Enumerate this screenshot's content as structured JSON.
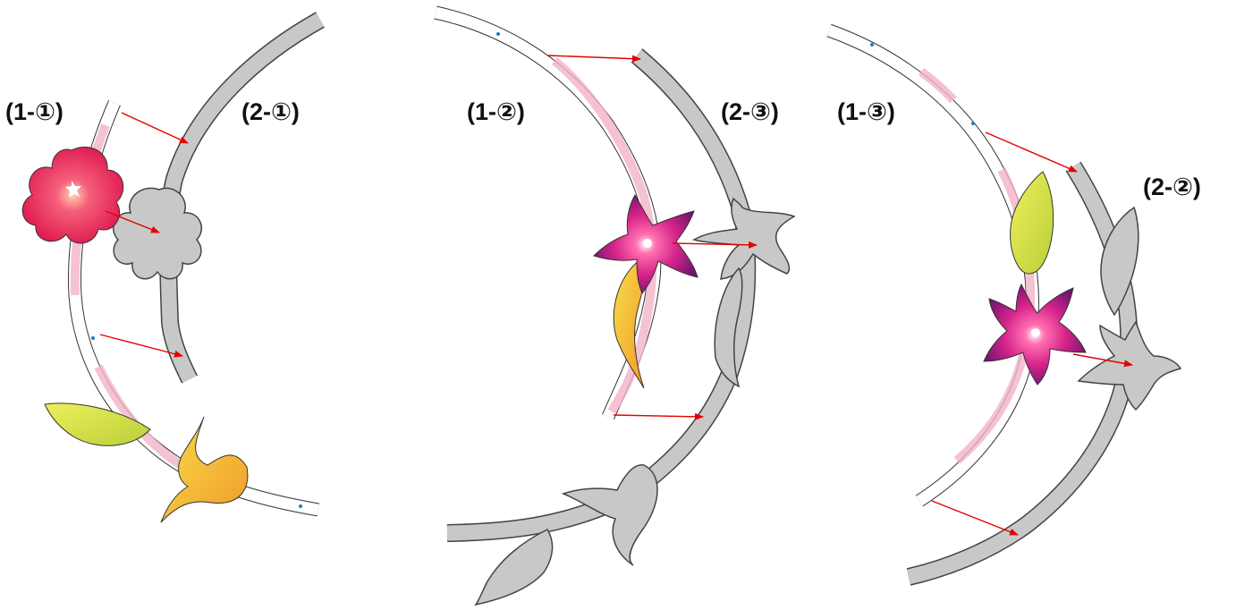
{
  "labels": {
    "set1_strip": "(1-①)",
    "set1_frame": "(2-①)",
    "set2_strip": "(1-②)",
    "set2_frame": "(2-③)",
    "set3_strip": "(1-③)",
    "set3_frame": "(2-②)"
  },
  "colors": {
    "frame_fill": "#c8c8c8",
    "frame_stroke": "#444444",
    "arrow": "#e60000",
    "strip_pink": "#f3b3c8",
    "flower_red": "#e8265a",
    "flower_purple": "#8a1e74",
    "flower_magenta": "#e0338a",
    "leaf_yellow": "#e3e03a",
    "petal_orange": "#f2b131"
  }
}
